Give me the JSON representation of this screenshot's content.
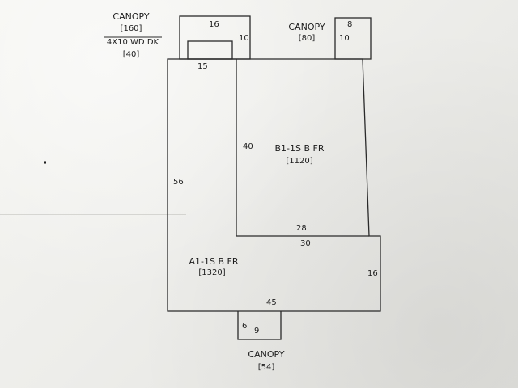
{
  "canopy_top_left": {
    "name": "CANOPY",
    "area": "[160]",
    "desc": "4X10 WD DK",
    "desc_area": "[40]",
    "dim_width": "16",
    "dim_height": "10",
    "dim_inner": "15"
  },
  "canopy_top_right": {
    "name": "CANOPY",
    "area": "[80]",
    "dim_width": "8",
    "dim_height": "10"
  },
  "section_b1": {
    "name": "B1-1S B FR",
    "area": "[1120]",
    "dim_height": "40",
    "dim_width": "28"
  },
  "section_a1": {
    "name": "A1-1S B FR",
    "area": "[1320]",
    "dim_left": "56",
    "dim_top": "30",
    "dim_right": "16",
    "dim_bottom": "45"
  },
  "canopy_bottom": {
    "name": "CANOPY",
    "area": "[54]",
    "dim_height": "6",
    "dim_width": "9"
  },
  "colors": {
    "paper": "#efefeb",
    "line": "#2a2a2a"
  }
}
